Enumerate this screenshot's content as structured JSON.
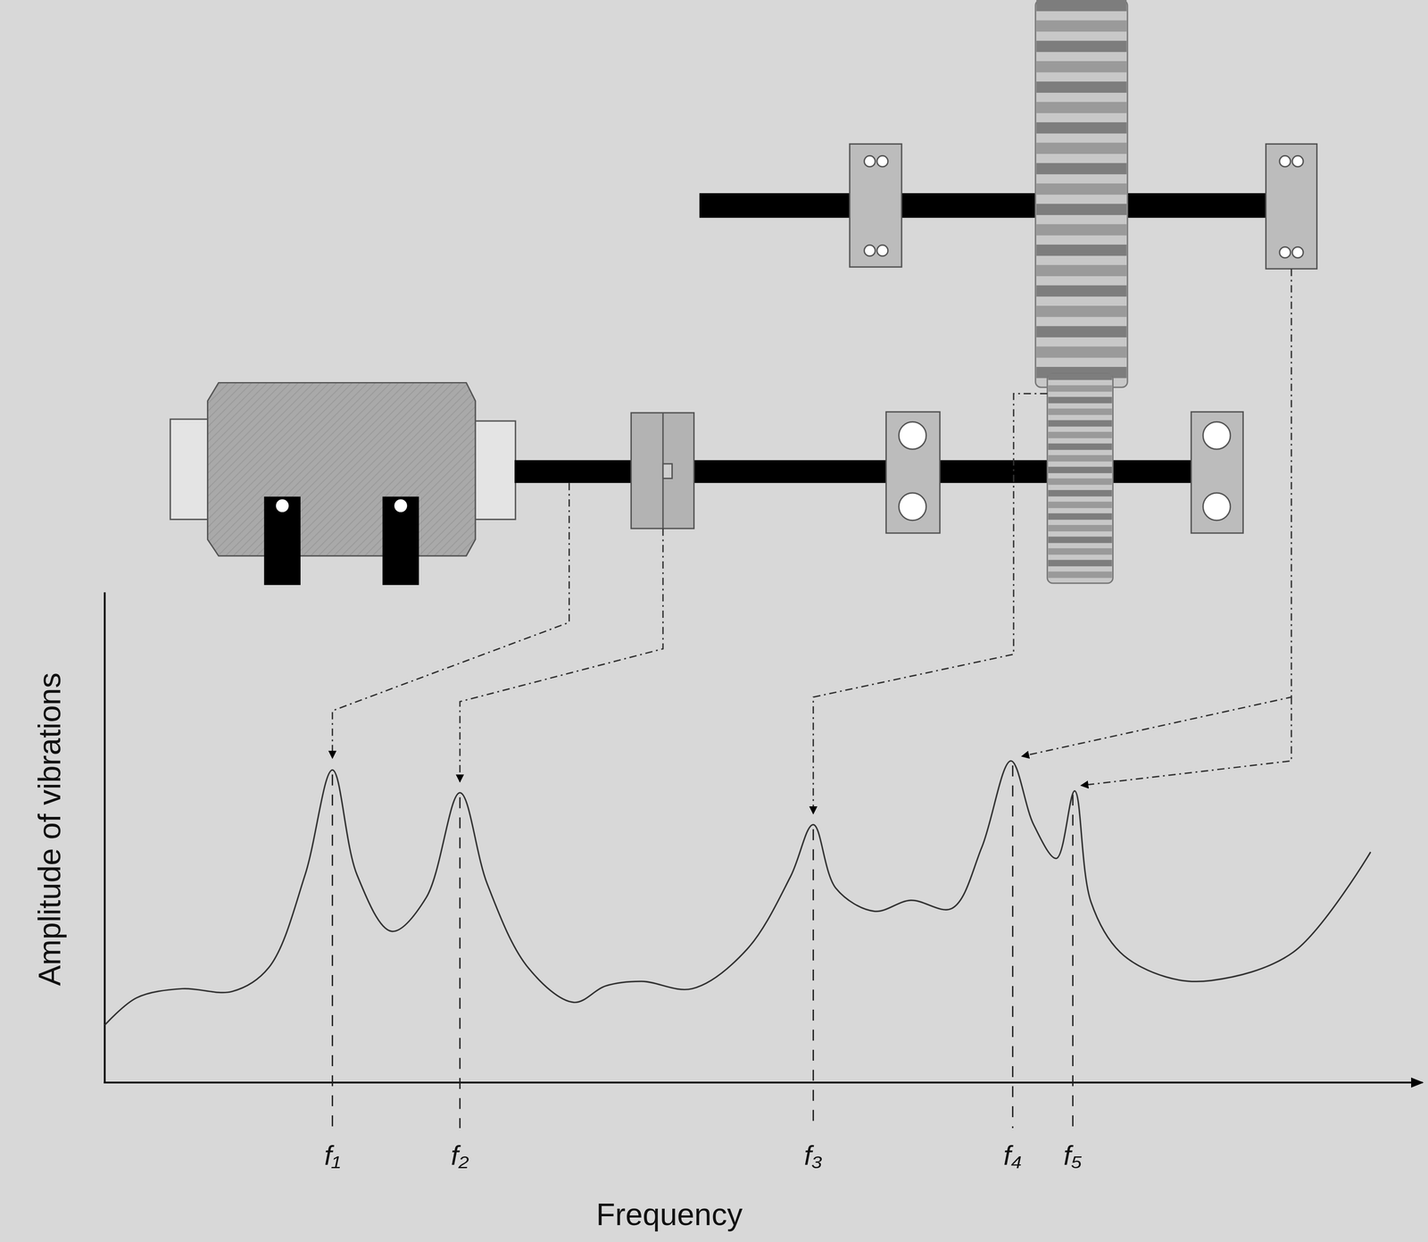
{
  "diagram": {
    "labels": [
      "Amplitude of vibrations",
      "f₁",
      "f₂",
      "f₃",
      "f₄",
      "f₅",
      "Frequency"
    ]
  }
}
